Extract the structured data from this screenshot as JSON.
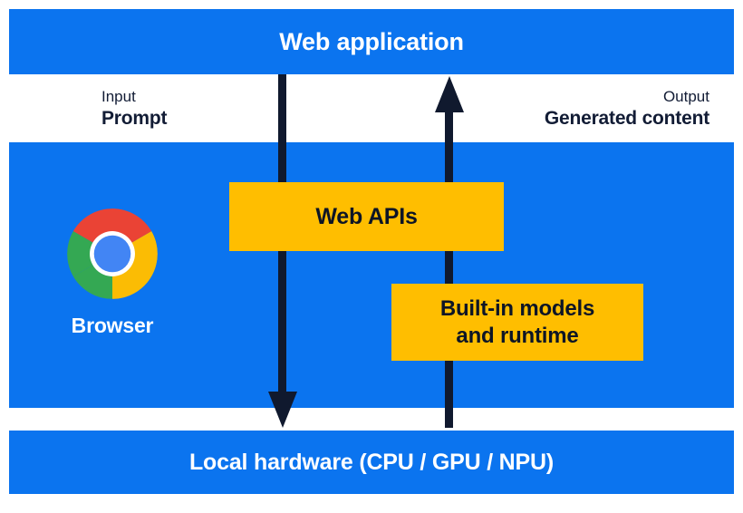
{
  "diagram": {
    "title": "Browser built-in AI architecture",
    "colors": {
      "band_blue": "#0b74ef",
      "box_yellow": "#ffbe00",
      "arrow_navy": "#10192e",
      "text_navy": "#121c35",
      "text_white": "#ffffff",
      "background": "#ffffff"
    },
    "bands": [
      {
        "id": "web-application",
        "label": "Web application"
      },
      {
        "id": "browser",
        "label": "Browser"
      },
      {
        "id": "local-hardware",
        "label": "Local hardware (CPU / GPU / NPU)"
      }
    ],
    "io_labels": [
      {
        "id": "input",
        "kind": "Input",
        "value": "Prompt"
      },
      {
        "id": "output",
        "kind": "Output",
        "value": "Generated content"
      }
    ],
    "boxes": [
      {
        "id": "web-apis",
        "label": "Web APIs"
      },
      {
        "id": "builtin-models",
        "line1": "Built-in models",
        "line2": "and runtime"
      }
    ],
    "arrows": [
      {
        "id": "down",
        "direction": "down",
        "from": "Web application",
        "to": "Local hardware",
        "meaning": "Prompt flows down"
      },
      {
        "id": "up",
        "direction": "up",
        "from": "Local hardware",
        "to": "Web application",
        "meaning": "Generated content flows up"
      }
    ],
    "logo": {
      "name": "chrome-logo",
      "colors": {
        "red": "#ea4335",
        "yellow": "#fbbc04",
        "green": "#34a853",
        "blue": "#4285f4",
        "ring": "#ffffff"
      }
    }
  }
}
